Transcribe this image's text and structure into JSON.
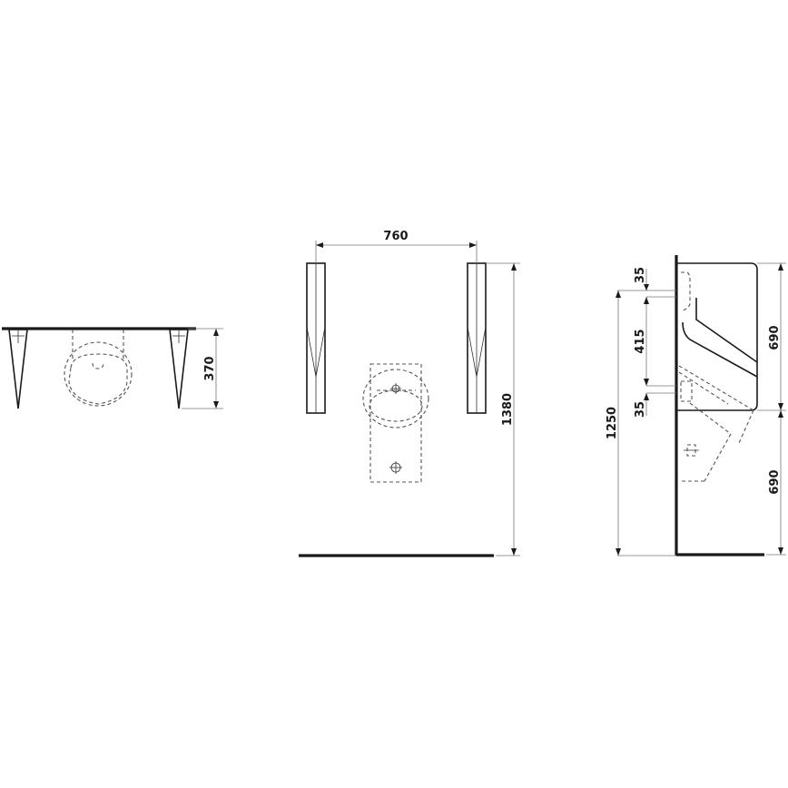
{
  "drawing": {
    "colors": {
      "line": "#1a1a1a",
      "dimension": "#777777",
      "background": "#ffffff"
    },
    "views": [
      {
        "id": "front-view",
        "dimensions": {
          "height": "370"
        }
      },
      {
        "id": "top-view",
        "dimensions": {
          "width": "760",
          "height": "1380"
        }
      },
      {
        "id": "side-view",
        "dimensions": {
          "top_offset": "35",
          "inlet_span": "415",
          "bottom_offset": "35",
          "mount_height": "1250",
          "body_height": "690",
          "floor_clearance": "690"
        }
      }
    ]
  }
}
